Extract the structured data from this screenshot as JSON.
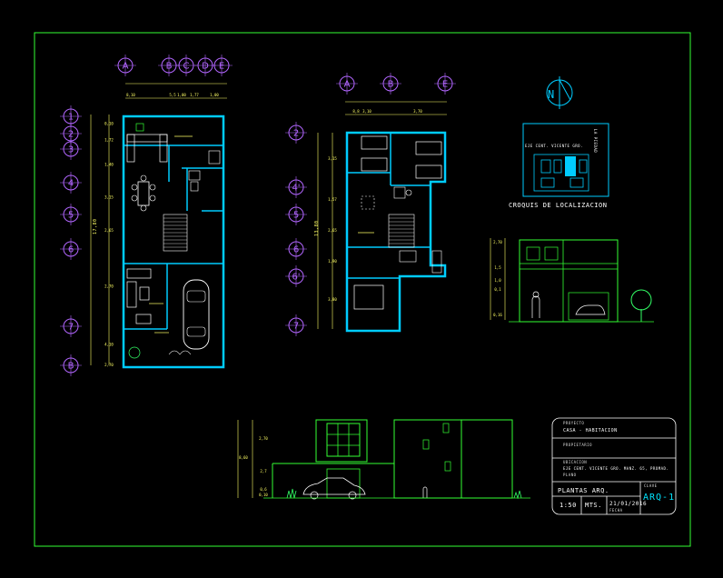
{
  "colors": {
    "background": "#000000",
    "border": "#33ff33",
    "walls": "#00ccff",
    "furniture": "#ffffff",
    "dimension": "#ffff66",
    "axis_bubble": "#b266ff",
    "elevation": "#33ff33",
    "tree": "#33ff66",
    "title_text": "#ffffff",
    "title_accent": "#00e5ff"
  },
  "plan_ground": {
    "axis_letters": [
      "A",
      "B",
      "C",
      "D",
      "E"
    ],
    "axis_numbers": [
      "1",
      "2",
      "3",
      "4",
      "5",
      "6",
      "7",
      "B"
    ],
    "dim_top": [
      "8,10",
      "5,5",
      "1,00",
      "1,77",
      "1,00"
    ],
    "dim_left": [
      "0,10",
      "1,72",
      "1,40",
      "3,15",
      "2,65",
      "2,70",
      "4,10",
      "2,70"
    ],
    "dim_total": "17,80"
  },
  "plan_upper": {
    "axis_letters": [
      "A",
      "B",
      "E"
    ],
    "axis_numbers": [
      "2",
      "4'",
      "5",
      "6",
      "6'",
      "7"
    ],
    "dim_top": [
      "8,8",
      "3,10",
      "3,70"
    ],
    "dim_left": [
      "3,15",
      "1,57",
      "2,65",
      "1,90",
      "3,80"
    ],
    "dim_total": "13,80"
  },
  "location_sketch": {
    "north_label": "N",
    "street_top": "EJE CENT. VICENTE GRO.",
    "street_side": "LA PIEDAD",
    "caption": "CROQUIS DE LOCALIZACION"
  },
  "elevation_side": {
    "dims": [
      "2,70",
      "1,5",
      "1,0",
      "0,1",
      "0,16"
    ]
  },
  "elevation_front": {
    "dims": [
      "2,70",
      "8,60",
      "2,7",
      "0,6",
      "0,10"
    ]
  },
  "title_block": {
    "proyecto_label": "PROYECTO",
    "proyecto_value": "CASA - HABITACION",
    "propietario_label": "PROPIETARIO",
    "ubicacion_label": "UBICACION",
    "ubicacion_value": "EJE CENT. VICENTE GRO. MANZ. 65, PROMAD.",
    "plano_label": "PLANO",
    "plano_value": "PLANTAS ARQ.",
    "escala_value": "1:50",
    "unidad_value": "MTS.",
    "fecha_value": "21/01/2016",
    "fecha_label": "FECHA",
    "clave_label": "CLAVE",
    "clave_value": "ARQ-1"
  }
}
